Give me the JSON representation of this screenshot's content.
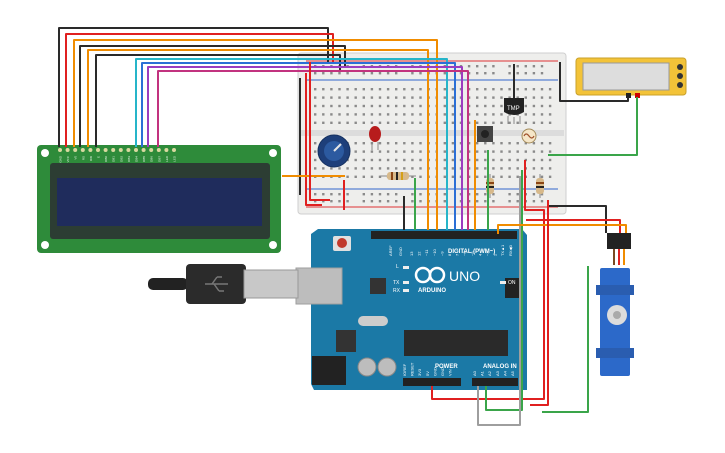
{
  "arduino": {
    "brand_line1": "UNO",
    "brand_line2": "ARDUINO",
    "digital_header": "DIGITAL (PWM~)",
    "power_header": "POWER",
    "analog_header": "ANALOG IN",
    "on_led": "ON",
    "tx_led": "TX",
    "rx_led": "RX",
    "l_led": "L",
    "aref": "AREF",
    "gnd": "GND",
    "digital_pins": [
      "13",
      "12",
      "~11",
      "~10",
      "~9",
      "8",
      "7",
      "~6",
      "~5",
      "4",
      "~3",
      "2",
      "TX▲1",
      "RX◀0"
    ],
    "power_pins": [
      "IOREF",
      "RESET",
      "3V3",
      "5V",
      "GND",
      "GND",
      "VIN"
    ],
    "analog_pins": [
      "A0",
      "A1",
      "A2",
      "A3",
      "A4",
      "A5"
    ]
  },
  "sensor": {
    "label": "TMP"
  },
  "lcd": {
    "pins": [
      "GND",
      "VCC",
      "V0",
      "RS",
      "RW",
      "E",
      "DB0",
      "DB1",
      "DB2",
      "DB3",
      "DB4",
      "DB5",
      "DB6",
      "DB7",
      "LED",
      "LED"
    ]
  },
  "colors": {
    "board_blue": "#1b79a6",
    "breadboard": "#eeeeec",
    "rail_red": "#d33",
    "rail_blue": "#36c",
    "lcd_bezel": "#2e8b3a",
    "lcd_screen": "#1f2c5c",
    "servo_blue": "#2c69c9",
    "wire_red": "#e02020",
    "wire_black": "#2a2a2a",
    "wire_orange": "#f08c00",
    "wire_yellow": "#e6c200",
    "wire_green": "#3aa54a",
    "wire_cyan": "#26b5c9",
    "wire_blue": "#2b6fd6",
    "wire_purple": "#9c3cc0",
    "wire_magenta": "#c2327f",
    "wire_gray": "#9e9e9e"
  }
}
